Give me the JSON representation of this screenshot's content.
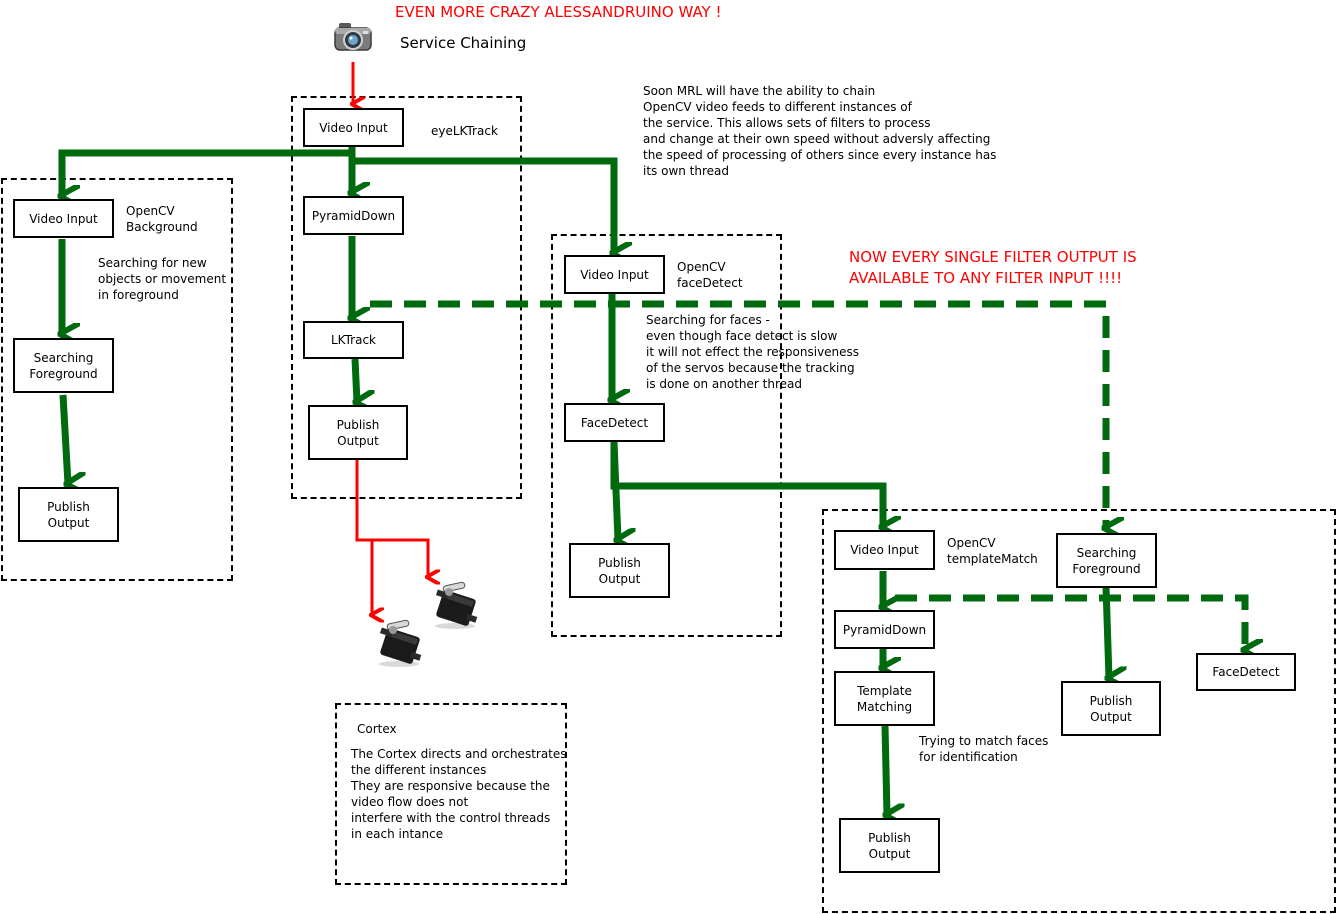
{
  "colors": {
    "flow": "#006a0e",
    "control": "#ff0000",
    "banner": "#ff0000",
    "box_border": "#000000",
    "text": "#000000"
  },
  "header": {
    "banner": "EVEN MORE CRAZY ALESSANDRUINO WAY !",
    "title": "Service Chaining",
    "camera_icon": "camera-icon"
  },
  "description": "Soon MRL will have the ability to chain\nOpenCV video feeds to different instances of\nthe service.  This allows sets of filters to process\nand change at their own speed without adversly affecting\nthe speed of processing of others since every instance has\nits own thread",
  "filter_banner": "NOW EVERY SINGLE FILTER OUTPUT IS\nAVAILABLE TO ANY FILTER INPUT !!!!",
  "eye_lk_track": {
    "label": "eyeLKTrack",
    "video_input": "Video Input",
    "pyramid_down": "PyramidDown",
    "lk_track": "LKTrack",
    "publish_output": "Publish\nOutput"
  },
  "background": {
    "label": "OpenCV\nBackground",
    "video_input": "Video Input",
    "note": "Searching for new\nobjects or movement\nin foreground",
    "searching": "Searching\nForeground",
    "publish_output": "Publish\nOutput"
  },
  "face_detect": {
    "label": "OpenCV\nfaceDetect",
    "video_input": "Video Input",
    "note": "Searching for faces -\neven though face detect is slow\nit will not effect the responsiveness\nof the servos because the tracking\nis done on another thread",
    "face_detect": "FaceDetect",
    "publish_output": "Publish\nOutput"
  },
  "template_match": {
    "label": "OpenCV\ntemplateMatch",
    "video_input": "Video Input",
    "pyramid_down": "PyramidDown",
    "template_matching": "Template\nMatching",
    "note": "Trying to match faces\nfor identification",
    "publish_output": "Publish\nOutput",
    "searching": "Searching\nForeground",
    "publish_output_2": "Publish\nOutput",
    "face_detect": "FaceDetect"
  },
  "cortex": {
    "title": "Cortex",
    "body": "The Cortex directs and orchestrates\nthe different instances\nThey are responsive because the\nvideo flow does not\ninterfere with the control threads\nin each intance"
  },
  "servos": [
    "servo-icon",
    "servo-icon"
  ]
}
